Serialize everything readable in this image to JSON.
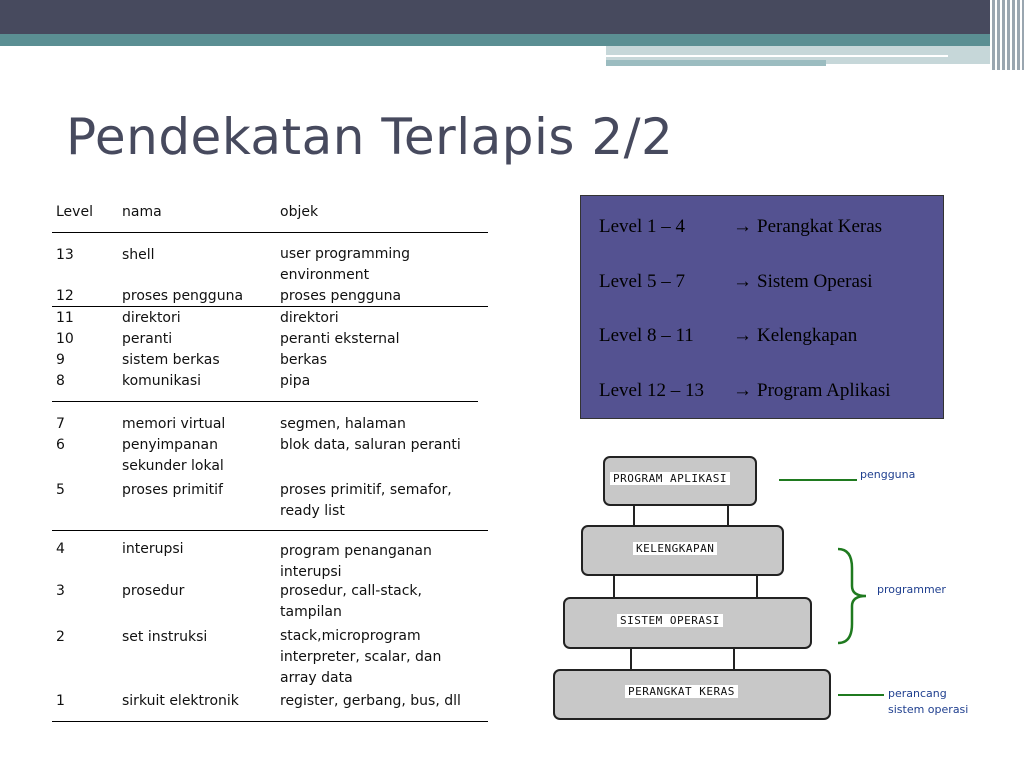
{
  "title": "Pendekatan Terlapis 2/2",
  "table": {
    "headers": [
      "Level",
      "nama",
      "objek"
    ],
    "groups": [
      [
        {
          "level": "13",
          "nama": "shell",
          "objek": "user programming\nenvironment"
        },
        {
          "level": "12",
          "nama": "proses pengguna",
          "objek": "proses pengguna"
        }
      ],
      [
        {
          "level": "11",
          "nama": "direktori",
          "objek": "direktori"
        },
        {
          "level": "10",
          "nama": "peranti",
          "objek": "peranti eksternal"
        },
        {
          "level": "9",
          "nama": "sistem berkas",
          "objek": "berkas"
        },
        {
          "level": "8",
          "nama": "komunikasi",
          "objek": "pipa"
        }
      ],
      [
        {
          "level": "7",
          "nama": "memori virtual",
          "objek": "segmen, halaman"
        },
        {
          "level": "6",
          "nama": "penyimpanan\nsekunder lokal",
          "objek": "blok data, saluran peranti"
        },
        {
          "level": "5",
          "nama": "proses primitif",
          "objek": "proses primitif, semafor,\nready list"
        }
      ],
      [
        {
          "level": "4",
          "nama": "interupsi",
          "objek": "program penanganan\ninterupsi"
        },
        {
          "level": "3",
          "nama": "prosedur",
          "objek": "prosedur, call-stack,\ntampilan"
        },
        {
          "level": "2",
          "nama": "set instruksi",
          "objek": "stack,microprogram\ninterpreter, scalar, dan\narray data"
        },
        {
          "level": "1",
          "nama": "sirkuit elektronik",
          "objek": "register, gerbang, bus, dll"
        }
      ]
    ]
  },
  "mapping": [
    {
      "range": "Level 1 – 4",
      "arrow": "→",
      "target": "Perangkat Keras"
    },
    {
      "range": "Level 5 – 7",
      "arrow": "→",
      "target": "Sistem Operasi"
    },
    {
      "range": "Level 8 – 11",
      "arrow": "→",
      "target": "Kelengkapan"
    },
    {
      "range": "Level 12 – 13",
      "arrow": "→",
      "target": "Program Aplikasi"
    }
  ],
  "diagram": {
    "layers": [
      "PROGRAM APLIKASI",
      "KELENGKAPAN",
      "SISTEM OPERASI",
      "PERANGKAT KERAS"
    ],
    "side_labels": {
      "pengguna": "pengguna",
      "programmer": "programmer",
      "perancang": "perancang\nsistem operasi"
    }
  },
  "colors": {
    "title": "#474a5e",
    "topbar": "#474a5e",
    "teal": "#5b8f93",
    "mapbox": "#545291",
    "layer_fill": "#c8c8c8",
    "green": "#1f7a1f",
    "side_text": "#1f3f8f"
  }
}
